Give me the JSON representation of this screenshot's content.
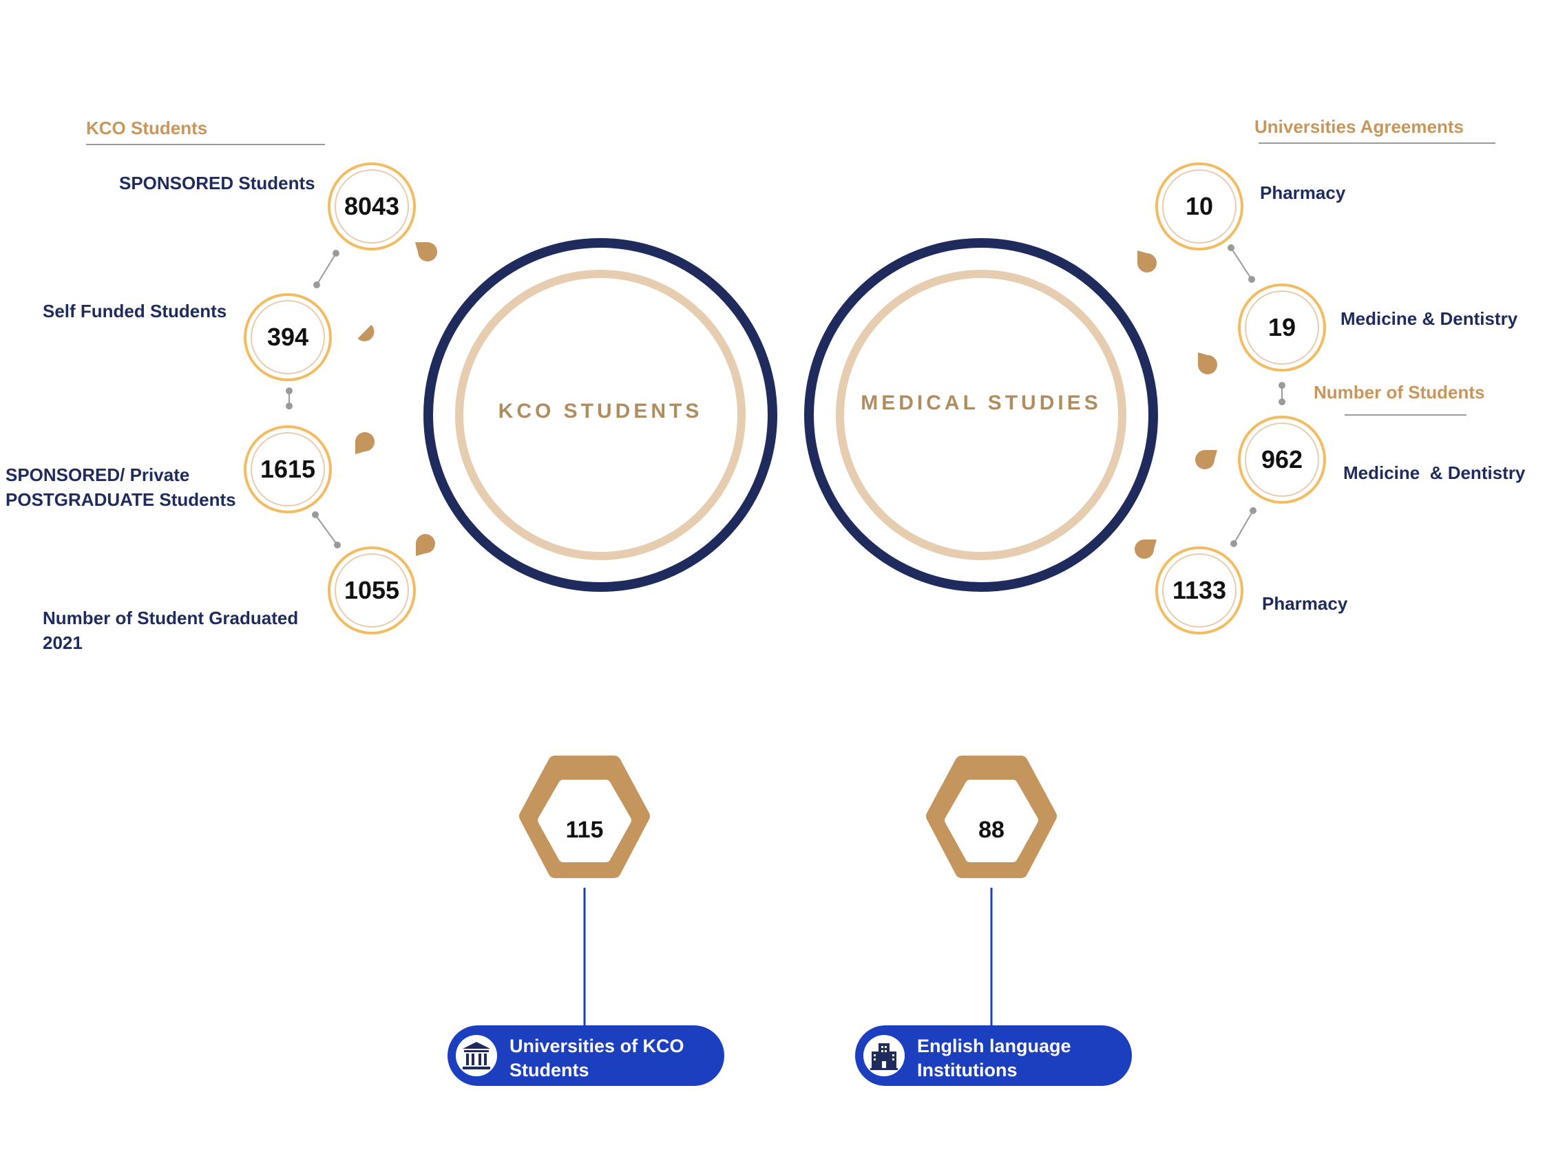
{
  "colors": {
    "navy": "#1e2b5c",
    "gold": "#c8955a",
    "ring_gold": "#f2bd62",
    "ring_inner": "#e6cdb0",
    "hex": "#c4955d",
    "pill": "#1c3fbf",
    "connector": "#9a9a9a"
  },
  "left": {
    "header": "KCO Students",
    "center_label": "KCO STUDENTS",
    "items": [
      {
        "value": "8043",
        "label": "SPONSORED Students"
      },
      {
        "value": "394",
        "label": "Self Funded Students"
      },
      {
        "value": "1615",
        "label_line1": "SPONSORED/ Private",
        "label_line2": "POSTGRADUATE Students"
      },
      {
        "value": "1055",
        "label_line1": "Number of Student Graduated",
        "label_line2": "2021"
      }
    ]
  },
  "right": {
    "header": "Universities Agreements",
    "center_label": "MEDICAL STUDIES",
    "subheader": "Number of Students",
    "items": [
      {
        "value": "10",
        "label": "Pharmacy"
      },
      {
        "value": "19",
        "label": "Medicine & Dentistry"
      },
      {
        "value": "962",
        "label": "Medicine  & Dentistry"
      },
      {
        "value": "1133",
        "label": "Pharmacy"
      }
    ]
  },
  "bottom": [
    {
      "value": "115",
      "label": "Universities of KCO Students",
      "icon": "university-icon"
    },
    {
      "value": "88",
      "label": "English language Institutions",
      "icon": "building-icon"
    }
  ]
}
